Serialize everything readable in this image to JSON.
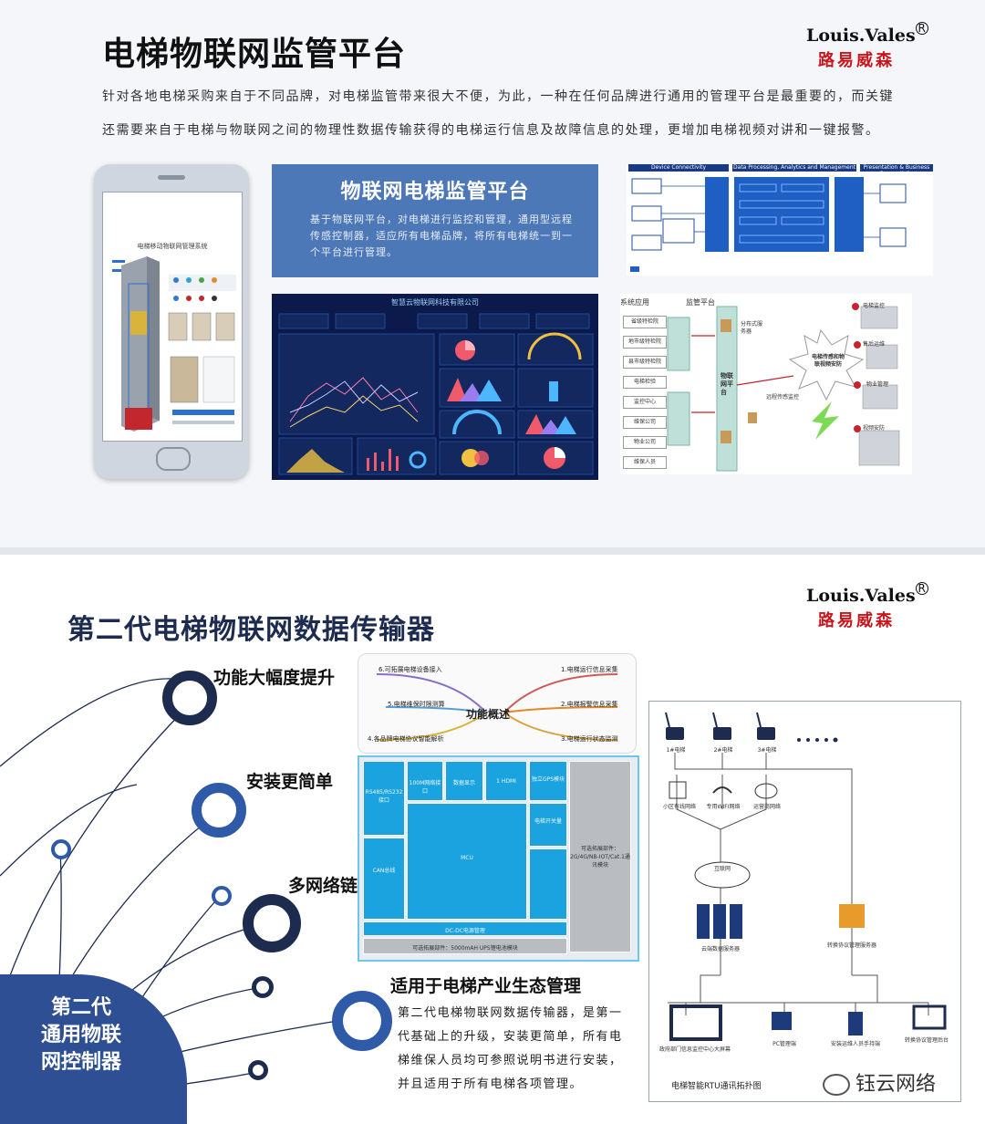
{
  "section1": {
    "title": "电梯物联网监管平台",
    "logo_en": "Louis.Vales",
    "logo_reg": "R",
    "logo_cn": "路易威森",
    "intro_line1": "针对各地电梯采购来自于不同品牌，对电梯监管带来很大不便，为此，一种在任何品牌进行通用的管理平台是最重要的，而关键",
    "intro_line2": "还需要来自于电梯与物联网之间的物理性数据传输获得的电梯运行信息及故障信息的处理，更增加电梯视频对讲和一键报警。",
    "phone_title": "电梯移动物联网管理系统",
    "panel_title": "物联网电梯监管平台",
    "panel_desc": "基于物联网平台，对电梯进行监控和管理，通用型远程传感控制器，适应所有电梯品牌，将所有电梯统一到一个平台进行管理。",
    "dashboard_title": "智慧云物联网科技有限公司",
    "arch_headers": [
      "Device Connectivity",
      "Data Processing, Analytics and Management",
      "Presentation & Business Connectivity"
    ],
    "topology": {
      "col1_title": "系统应用",
      "col2_title": "监管平台",
      "left_items": [
        "省级特检院",
        "地市级特检院",
        "县市级特检院",
        "电梯检验",
        "监控中心",
        "维保公司",
        "物业公司",
        "维保人员"
      ],
      "platform_label": "物联网平台",
      "server_label": "分布式服务器",
      "sensor_label": "远程传感监控",
      "center_label": "电梯传感和物联视频安防",
      "right_items": [
        "电梯监控",
        "售后运维",
        "物业管理",
        "视频安防"
      ]
    }
  },
  "section2": {
    "title": "第二代电梯物联网数据传输器",
    "logo_en": "Louis.Vales",
    "logo_reg": "R",
    "logo_cn": "路易威森",
    "features": [
      "功能大幅度提升",
      "安装更简单",
      "多网络链接"
    ],
    "badge": [
      "第二代",
      "通用物联",
      "网控制器"
    ],
    "mindmap": {
      "center": "功能概述",
      "items": [
        "6.可拓展电梯设备接入",
        "1.电梯运行信息采集",
        "5.电梯维保时限测算",
        "2.电梯报警信息采集",
        "4.各品牌电梯协议智能解析",
        "3.电梯运行状态监测"
      ]
    },
    "hardware": {
      "cells": [
        "RS485/RS232接口",
        "CAN总线",
        "100M网络接口",
        "数据显示",
        "1 HDMI",
        "独立GPS模块",
        "电梯开关量",
        "MCU",
        "可选拓展部件：2G/4G/NB-IOT/Cat.1通讯模块",
        "DC-DC电源管理",
        "可选拓展部件：5000mAH UPS锂电池模块"
      ]
    },
    "ecosystem_title": "适用于电梯产业生态管理",
    "ecosystem_desc": "第二代电梯物联网数据传输器，是第一代基础上的升级，安装更简单，所有电梯维保人员均可参照说明书进行安装，并且适用于所有电梯各项管理。",
    "rtu": {
      "caption": "电梯智能RTU通讯拓扑图",
      "elevators": [
        "1#电梯",
        "2#电梯",
        "3#电梯"
      ],
      "networks": [
        "小区有线网络",
        "专用WIFI网络",
        "运营商网络"
      ],
      "internet": "互联网",
      "servers": [
        "云端数据服务器",
        "转换协议管理服务器"
      ],
      "clients": [
        "政府部门信息监控中心大屏幕",
        "PC管理端",
        "安装运维人员手持端",
        "转换协议管理后台"
      ]
    },
    "watermark": "钰云网络"
  }
}
